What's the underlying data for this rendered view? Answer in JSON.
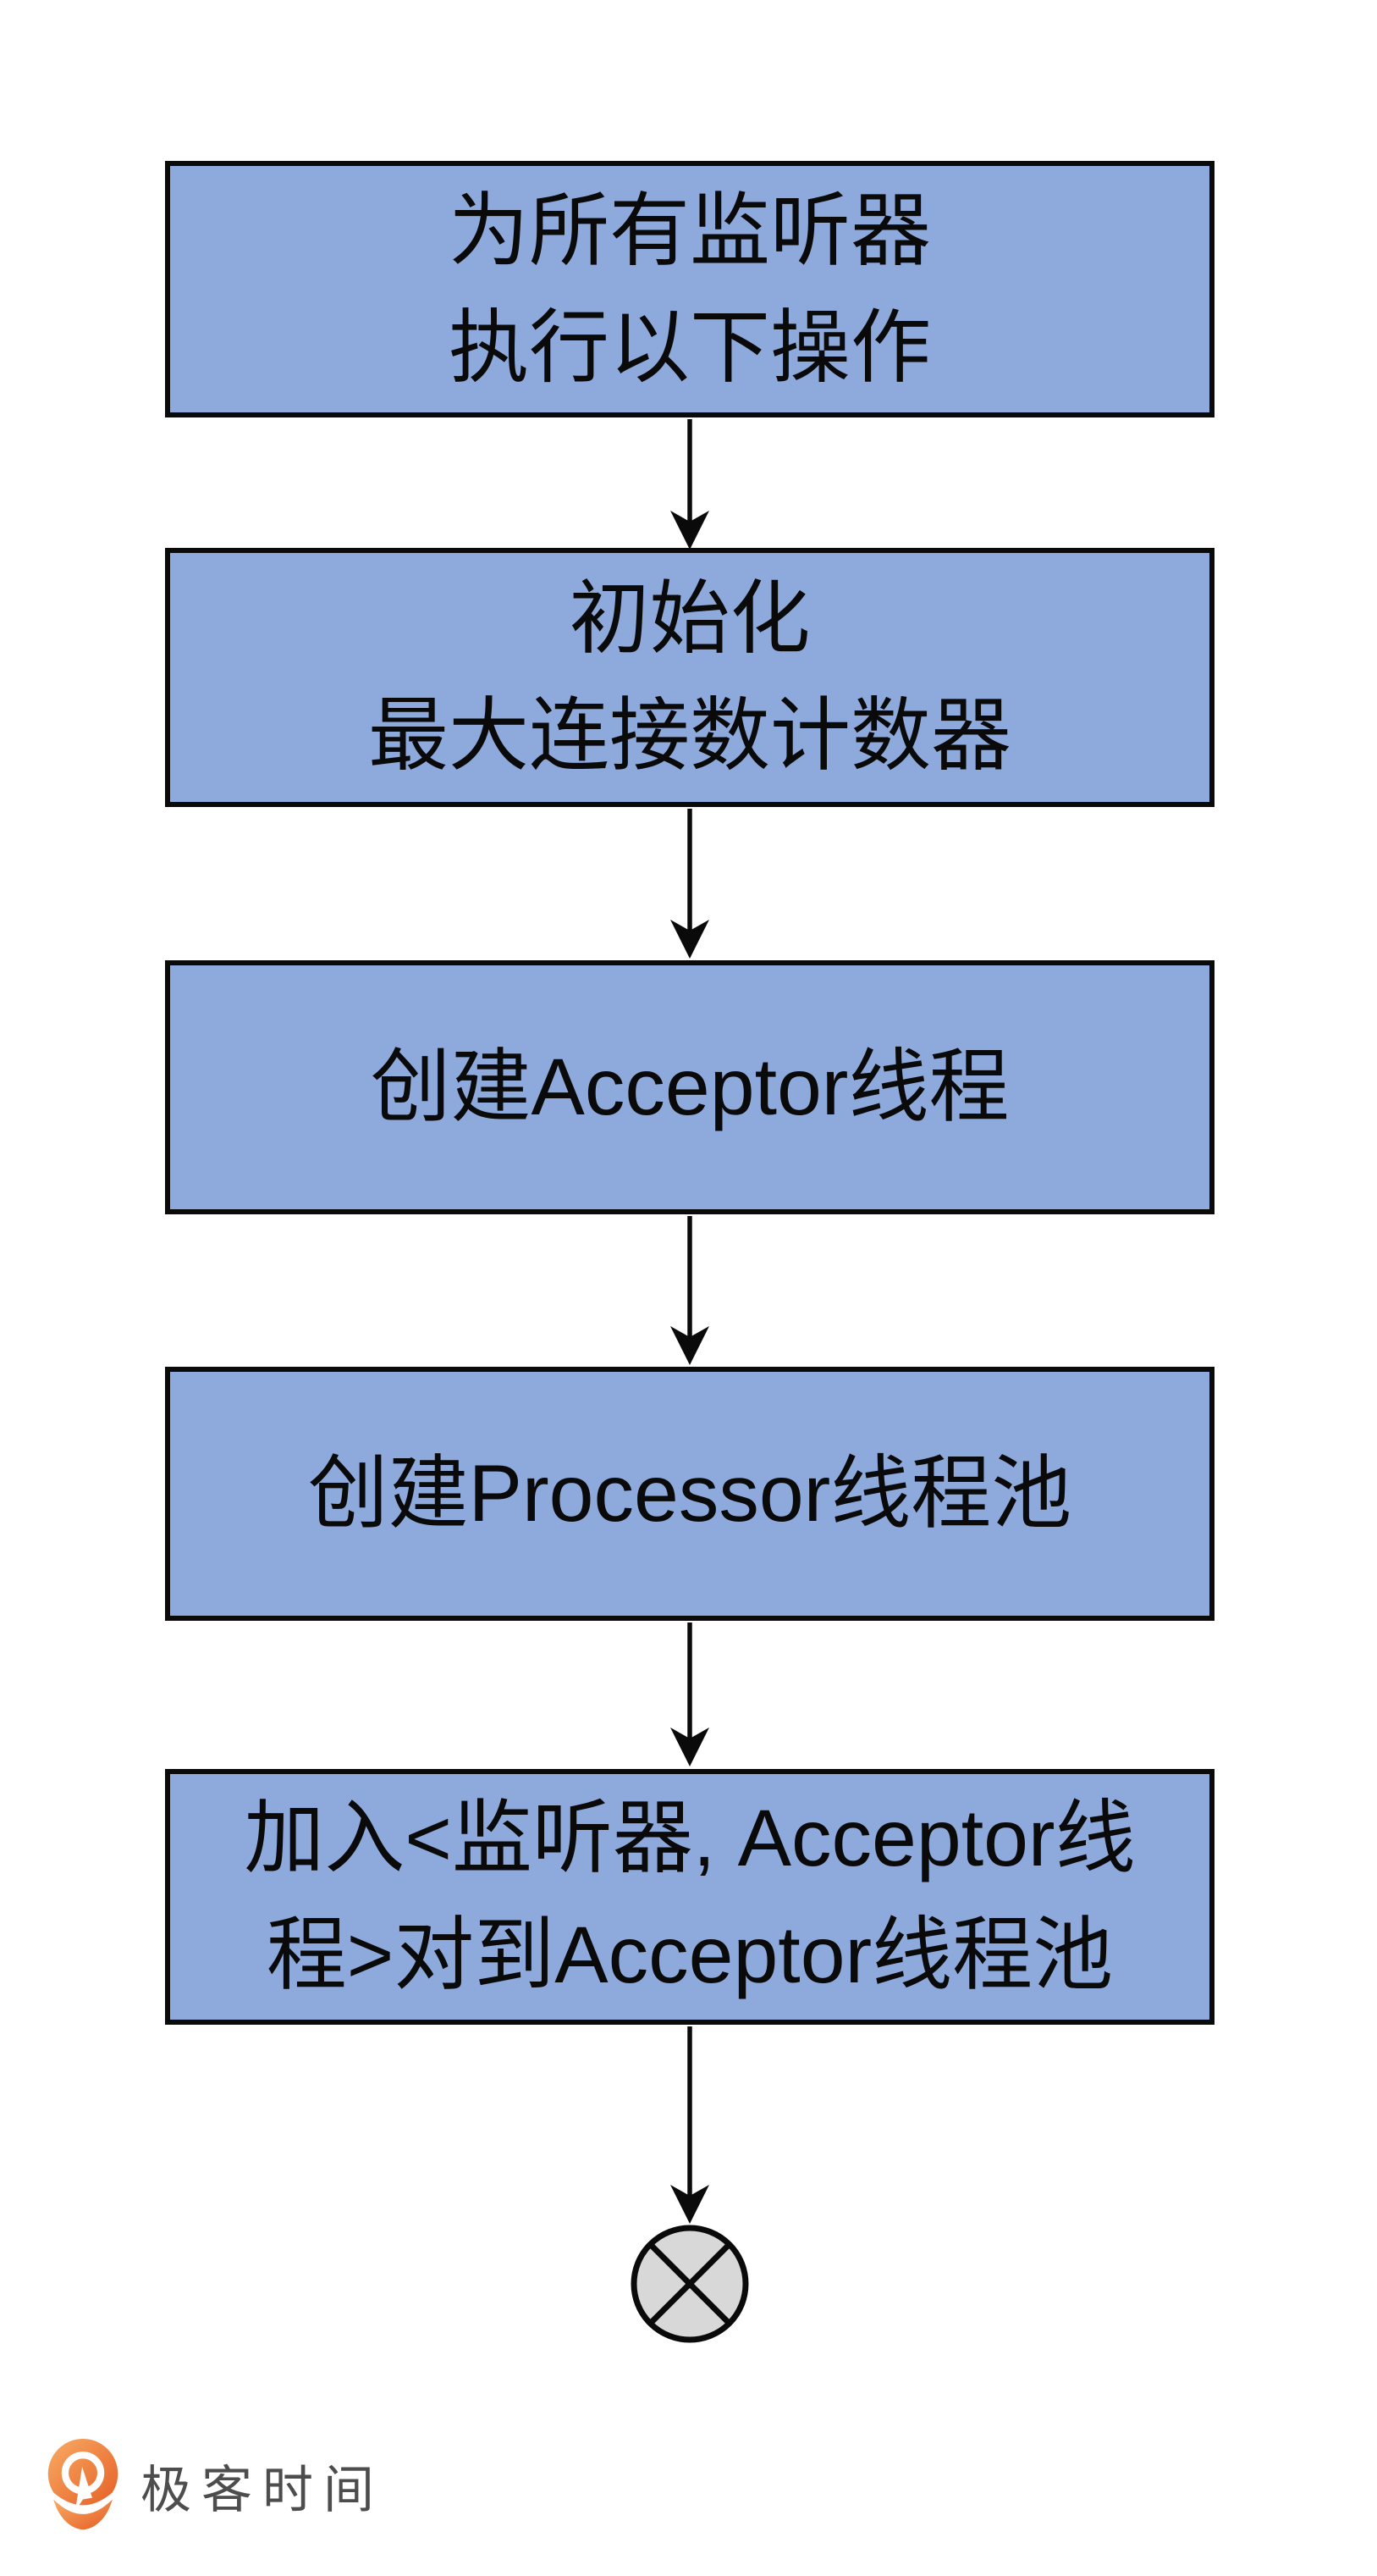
{
  "theme": {
    "page-bg": "#ffffff",
    "box-fill": "#8EA9DC",
    "box-border": "#0a0a0a",
    "box-text": "#0a0a0a",
    "line-color": "#0a0a0a",
    "terminator-fill": "#D8D8D8",
    "logo-orange-1": "#F8AC64",
    "logo-orange-2": "#E55D25",
    "logo-text-color": "#4D4D4D"
  },
  "flowchart": {
    "nodes": [
      {
        "id": "step-1",
        "lines": [
          "为所有监听器",
          "执行以下操作"
        ]
      },
      {
        "id": "step-2",
        "lines": [
          "初始化",
          "最大连接数计数器"
        ]
      },
      {
        "id": "step-3",
        "lines": [
          "创建Acceptor线程"
        ]
      },
      {
        "id": "step-4",
        "lines": [
          "创建Processor线程池"
        ]
      },
      {
        "id": "step-5",
        "lines": [
          "加入<监听器, Acceptor线",
          "程>对到Acceptor线程池"
        ]
      }
    ],
    "terminator": {
      "icon": "circle-x-end-icon"
    }
  },
  "footer": {
    "brand": "极客时间",
    "logo_icon": "geektime-pin-icon"
  }
}
